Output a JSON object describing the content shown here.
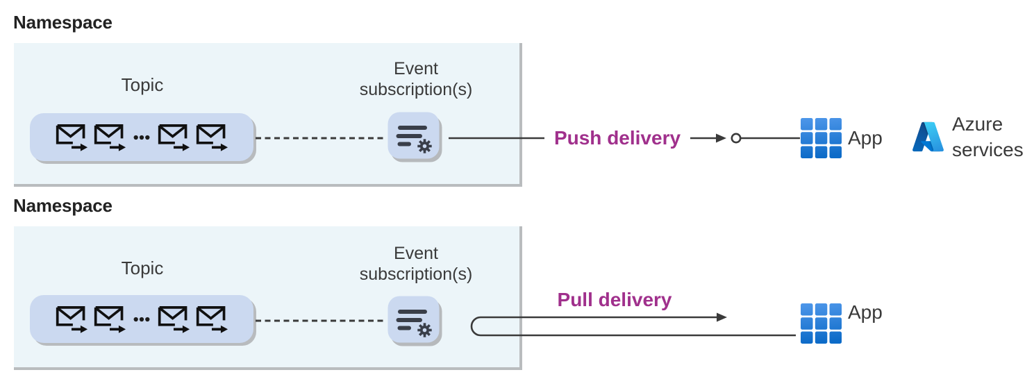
{
  "sections": [
    {
      "title": "Namespace",
      "topic": {
        "label": "Topic"
      },
      "event_subscription": {
        "line1": "Event",
        "line2": "subscription(s)"
      },
      "delivery": {
        "label": "Push delivery"
      },
      "app": {
        "label": "App"
      },
      "azure": {
        "line1": "Azure",
        "line2": "services"
      }
    },
    {
      "title": "Namespace",
      "topic": {
        "label": "Topic"
      },
      "event_subscription": {
        "line1": "Event",
        "line2": "subscription(s)"
      },
      "delivery": {
        "label": "Pull delivery"
      },
      "app": {
        "label": "App"
      }
    }
  ],
  "colors": {
    "accent_magenta": "#A0308C",
    "connector": "#3A3A3A",
    "heading_text": "#222222",
    "label_text": "#3A3A3A",
    "namespace_box_fill": "#ECF5F9",
    "tile_fill": "#CBD9F0",
    "app_blue_top": "#4E97EA",
    "app_blue_bottom": "#0D6BC8"
  }
}
